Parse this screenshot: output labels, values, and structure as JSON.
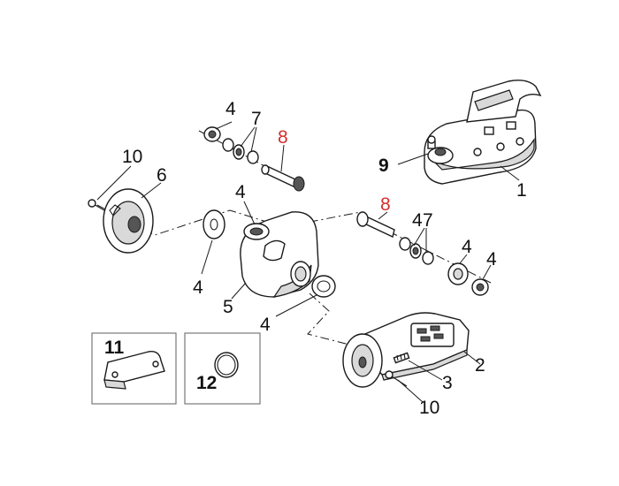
{
  "labels": {
    "p1": "1",
    "p2": "2",
    "p3": "3",
    "p4a": "4",
    "p4b": "4",
    "p4c": "4",
    "p4d": "4",
    "p4e": "4",
    "p4f": "4",
    "p4g": "4",
    "p5": "5",
    "p6": "6",
    "p7a": "7",
    "p7b": "7",
    "p8a": "8",
    "p8b": "8",
    "p9": "9",
    "p10a": "10",
    "p10b": "10",
    "p11": "11",
    "p12": "12"
  },
  "colors": {
    "highlight": "#d32f2f",
    "ink": "#1a1a1a"
  }
}
